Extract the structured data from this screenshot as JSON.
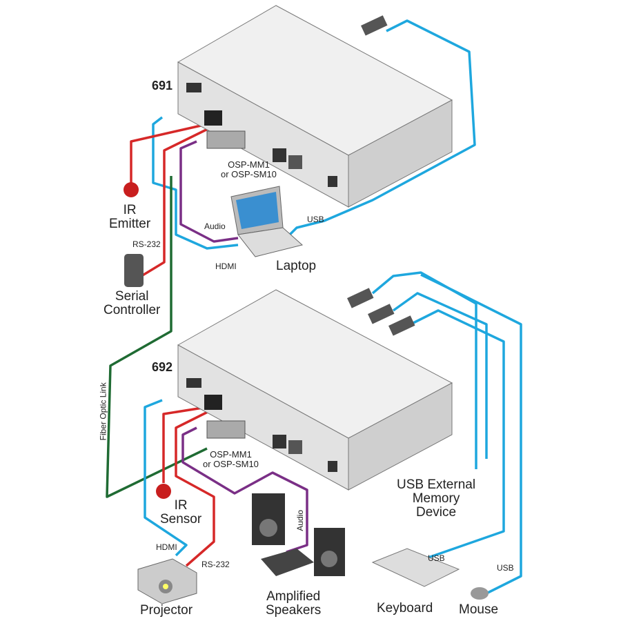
{
  "colors": {
    "hdmi_usb": "#1ea7de",
    "ir_rs232": "#d62828",
    "audio": "#7a2f86",
    "fiber": "#1f6b33",
    "device": "#e6e6e6"
  },
  "devices": {
    "tx_model": "691",
    "rx_model": "692",
    "tx_module": [
      "OSP-MM1",
      "or OSP-SM10"
    ],
    "rx_module": [
      "OSP-MM1",
      "or OSP-SM10"
    ]
  },
  "labels": {
    "ir_emitter": [
      "IR",
      "Emitter"
    ],
    "rs232_top": "RS-232",
    "serial_controller": [
      "Serial",
      "Controller"
    ],
    "audio_top": "Audio",
    "hdmi_top": "HDMI",
    "usb_top": "USB",
    "laptop": "Laptop",
    "fiber_link": "Fiber Optic Link",
    "ir_sensor": [
      "IR",
      "Sensor"
    ],
    "hdmi_bottom": "HDMI",
    "rs232_bottom": "RS-232",
    "projector": "Projector",
    "audio_bottom": "Audio",
    "speakers": [
      "Amplified",
      "Speakers"
    ],
    "usb_memory": [
      "USB External",
      "Memory",
      "Device"
    ],
    "usb_keyboard": "USB",
    "keyboard": "Keyboard",
    "usb_mouse": "USB",
    "mouse": "Mouse"
  }
}
